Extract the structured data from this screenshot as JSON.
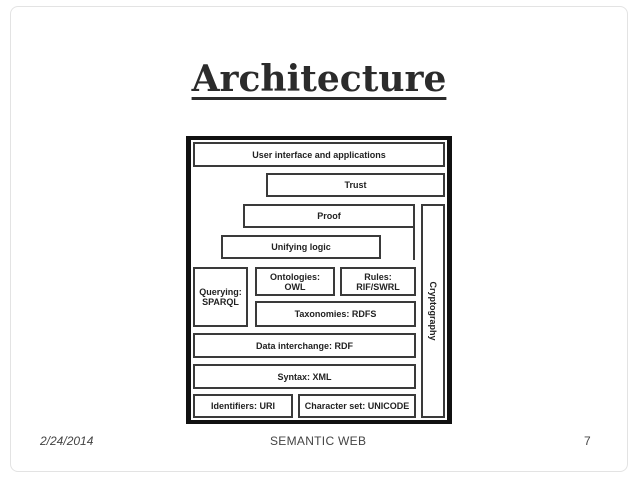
{
  "slide": {
    "title": "Architecture",
    "footer": {
      "date": "2/24/2014",
      "title": "SEMANTIC WEB",
      "page": "7"
    }
  },
  "diagram": {
    "user_interface": "User interface and applications",
    "trust": "Trust",
    "proof": "Proof",
    "unifying_logic": "Unifying logic",
    "ontologies": {
      "line1": "Ontologies:",
      "line2": "OWL"
    },
    "rules": {
      "line1": "Rules:",
      "line2": "RIF/SWRL"
    },
    "querying": {
      "line1": "Querying:",
      "line2": "SPARQL"
    },
    "taxonomies": "Taxonomies: RDFS",
    "data_interchange": "Data interchange: RDF",
    "syntax": "Syntax: XML",
    "identifiers": "Identifiers: URI",
    "character_set": "Character set: UNICODE",
    "cryptography": "Cryptography"
  }
}
